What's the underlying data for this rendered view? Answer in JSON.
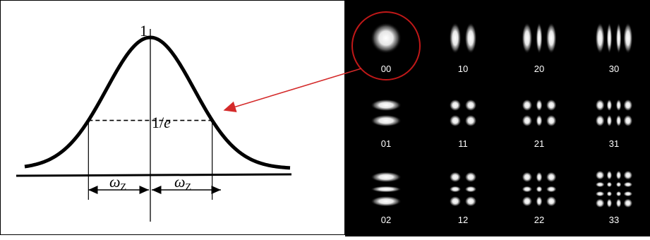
{
  "gaussian": {
    "peak_label": "1",
    "threshold_label": "1/",
    "threshold_symbol": "e",
    "width_left_symbol": "ω",
    "width_left_subscript": "Z",
    "width_right_symbol": "ω",
    "width_right_subscript": "Z",
    "peak_value": 1,
    "threshold_value": 0.3679
  },
  "modes": [
    {
      "label": "00",
      "m": 0,
      "n": 0,
      "highlighted": true
    },
    {
      "label": "10",
      "m": 1,
      "n": 0
    },
    {
      "label": "20",
      "m": 2,
      "n": 0
    },
    {
      "label": "30",
      "m": 3,
      "n": 0
    },
    {
      "label": "01",
      "m": 0,
      "n": 1
    },
    {
      "label": "11",
      "m": 1,
      "n": 1
    },
    {
      "label": "21",
      "m": 2,
      "n": 1
    },
    {
      "label": "31",
      "m": 3,
      "n": 1
    },
    {
      "label": "02",
      "m": 0,
      "n": 2
    },
    {
      "label": "12",
      "m": 1,
      "n": 2
    },
    {
      "label": "22",
      "m": 2,
      "n": 2
    },
    {
      "label": "33",
      "m": 3,
      "n": 3
    }
  ],
  "colors": {
    "curve": "#000000",
    "arrow": "#d42a2a",
    "highlight_circle": "#c01818",
    "mode_label": "#ffffff",
    "spot": "#ffffff",
    "background_right": "#000000"
  }
}
